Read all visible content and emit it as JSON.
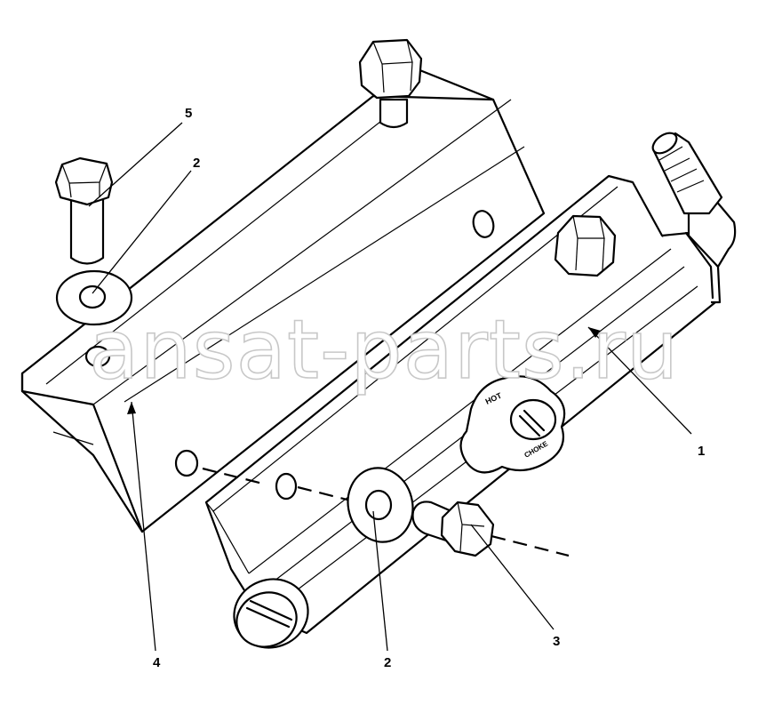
{
  "watermark": "ansat-parts.ru",
  "callouts": [
    {
      "id": "callout-1",
      "label": "1"
    },
    {
      "id": "callout-2-top",
      "label": "2"
    },
    {
      "id": "callout-2-bottom",
      "label": "2"
    },
    {
      "id": "callout-3",
      "label": "3"
    },
    {
      "id": "callout-4",
      "label": "4"
    },
    {
      "id": "callout-5",
      "label": "5"
    }
  ],
  "knob_text": [
    "HOT",
    "CHOKE"
  ]
}
